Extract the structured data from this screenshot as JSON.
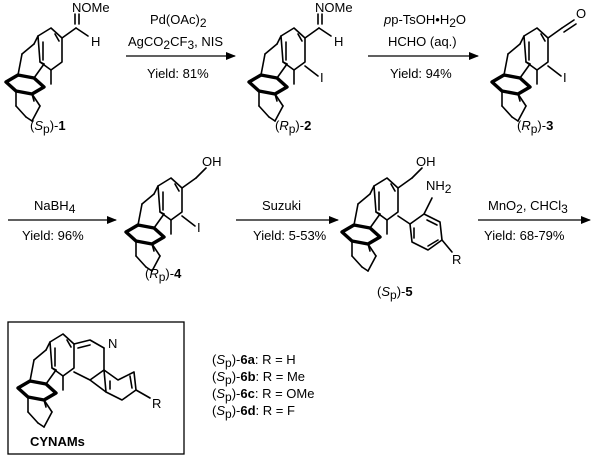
{
  "compounds": {
    "c1": {
      "config": "S",
      "sub": "p",
      "number": "1",
      "group": "NOMe",
      "h": "H"
    },
    "c2": {
      "config": "R",
      "sub": "p",
      "number": "2",
      "group": "NOMe",
      "h": "H",
      "iodo": "I"
    },
    "c3": {
      "config": "R",
      "sub": "p",
      "number": "3",
      "group": "O",
      "iodo": "I"
    },
    "c4": {
      "config": "R",
      "sub": "p",
      "number": "4",
      "group": "OH",
      "iodo": "I"
    },
    "c5": {
      "config": "S",
      "sub": "p",
      "number": "5",
      "group": "OH",
      "amine": "NH",
      "amine_sub": "2",
      "r": "R"
    },
    "c6": {
      "n": "N",
      "r": "R",
      "label": "CYNAMs"
    }
  },
  "steps": [
    {
      "line1": "Pd(OAc)",
      "line1_sub": "2",
      "line2a": "AgCO",
      "line2_sub1": "2",
      "line2b": "CF",
      "line2_sub2": "3",
      "line2c": ", NIS",
      "yield": "Yield: 81%"
    },
    {
      "line1": "p-TsOH•H",
      "line1_sub": "2",
      "line1_end": "O",
      "line2": "HCHO (aq.)",
      "yield": "Yield: 94%"
    },
    {
      "line1": "NaBH",
      "line1_sub": "4",
      "yield": "Yield: 96%"
    },
    {
      "line1": "Suzuki",
      "yield": "Yield: 5-53%"
    },
    {
      "line1a": "MnO",
      "line1_sub1": "2",
      "line1b": ", CHCl",
      "line1_sub2": "3",
      "yield": "Yield: 68-79%"
    }
  ],
  "variants": [
    {
      "config": "S",
      "sub": "p",
      "id": "6a",
      "r": ": R = H"
    },
    {
      "config": "S",
      "sub": "p",
      "id": "6b",
      "r": ": R = Me"
    },
    {
      "config": "S",
      "sub": "p",
      "id": "6c",
      "r": ": R = OMe"
    },
    {
      "config": "S",
      "sub": "p",
      "id": "6d",
      "r": ": R = F"
    }
  ]
}
